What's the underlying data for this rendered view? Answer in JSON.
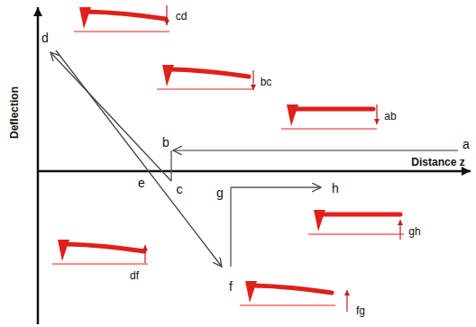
{
  "diagram": {
    "labels": [
      "Deflection",
      "Distance z",
      "a",
      "b",
      "c",
      "d",
      "e",
      "f",
      "g",
      "h",
      "cd",
      "bc",
      "ab",
      "gh",
      "df",
      "fg"
    ]
  }
}
